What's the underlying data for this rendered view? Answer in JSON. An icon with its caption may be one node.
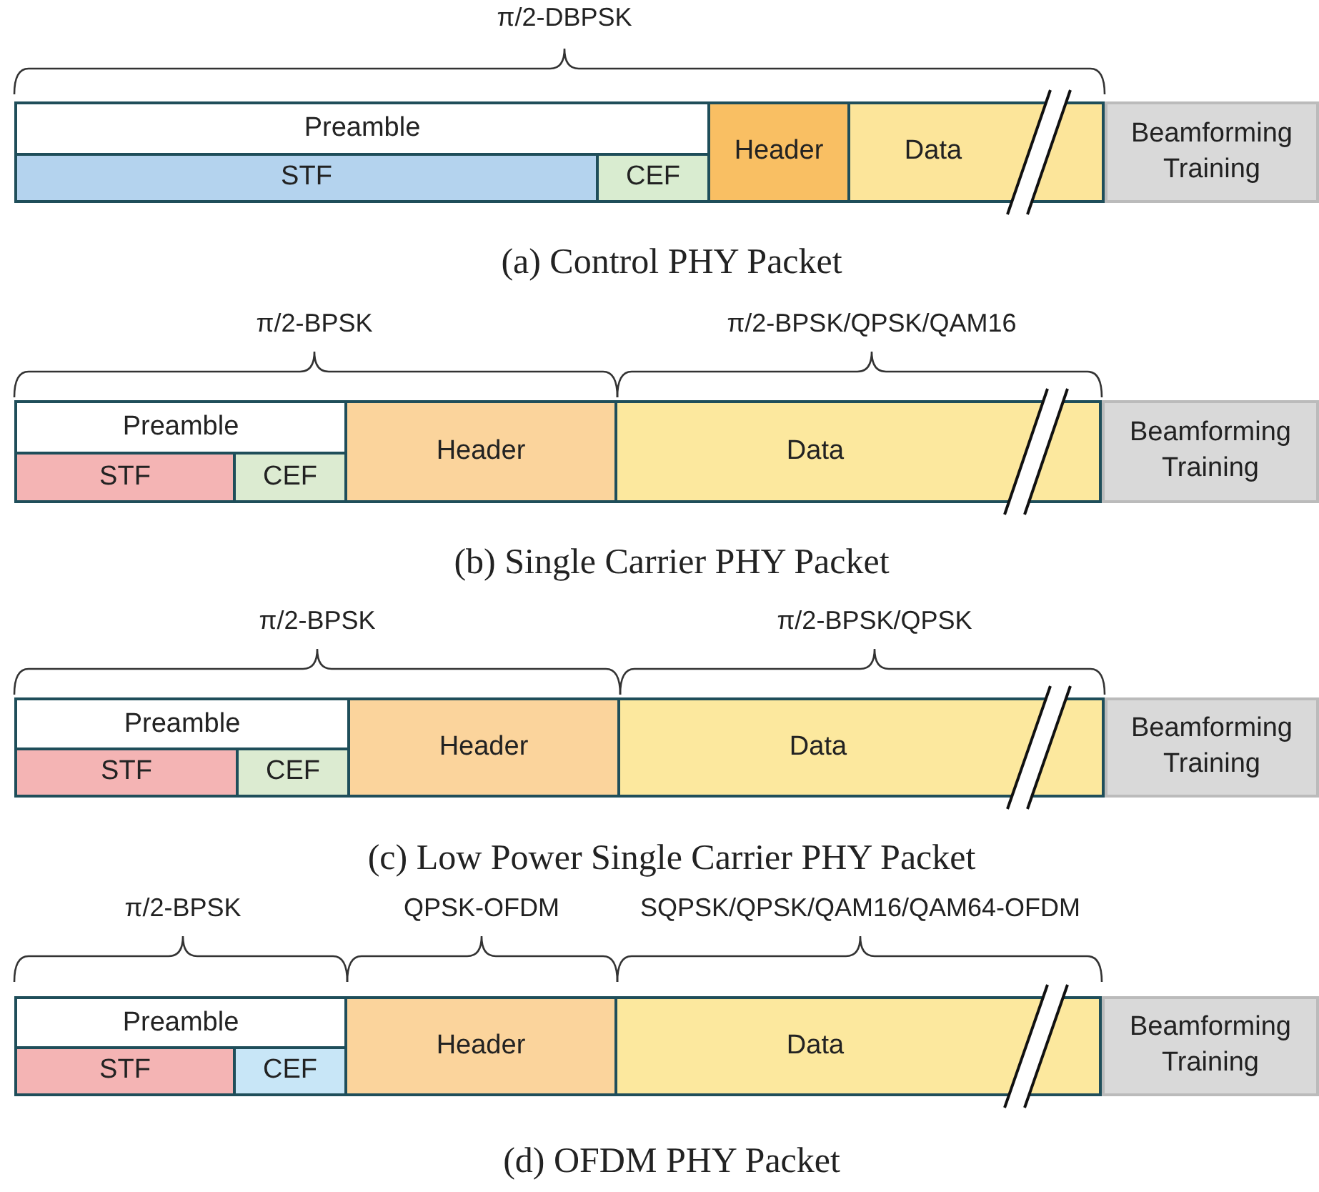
{
  "diagram": {
    "nodes": [
      {
        "text": [
          "Preamble"
        ]
      },
      {
        "text": [
          "STF"
        ],
        "in": 0
      },
      {
        "text": [
          "CEF"
        ],
        "in": 0
      },
      {
        "text": [
          "Header"
        ]
      },
      {
        "text": [
          "Data"
        ]
      },
      {
        "text": [
          "Beamforming Training"
        ]
      },
      {
        "text": [
          "Preamble"
        ]
      },
      {
        "text": [
          "STF"
        ],
        "in": 6
      },
      {
        "text": [
          "CEF"
        ],
        "in": 6
      },
      {
        "text": [
          "Header"
        ]
      },
      {
        "text": [
          "Data"
        ]
      },
      {
        "text": [
          "Beamforming Training"
        ]
      },
      {
        "text": [
          "Preamble"
        ]
      },
      {
        "text": [
          "STF"
        ],
        "in": 12
      },
      {
        "text": [
          "CEF"
        ],
        "in": 12
      },
      {
        "text": [
          "Header"
        ]
      },
      {
        "text": [
          "Data"
        ]
      },
      {
        "text": [
          "Beamforming Training"
        ]
      },
      {
        "text": [
          "Preamble"
        ]
      },
      {
        "text": [
          "STF"
        ],
        "in": 18
      },
      {
        "text": [
          "CEF"
        ],
        "in": 18
      },
      {
        "text": [
          "Header"
        ]
      },
      {
        "text": [
          "Data"
        ]
      },
      {
        "text": [
          "Beamforming Training"
        ]
      }
    ],
    "edges": [],
    "labels": [
      "π/2-DBPSK",
      "(a) Control PHY Packet",
      "π/2-BPSK",
      "π/2-BPSK/QPSK/QAM16",
      "(b) Single Carrier PHY Packet",
      "π/2-BPSK",
      "π/2-BPSK/QPSK",
      "(c) Low Power Single Carrier PHY Packet",
      "π/2-BPSK",
      "QPSK-OFDM",
      "SQPSK/QPSK/QAM16/QAM64-OFDM",
      "(d) OFDM PHY Packet"
    ]
  }
}
